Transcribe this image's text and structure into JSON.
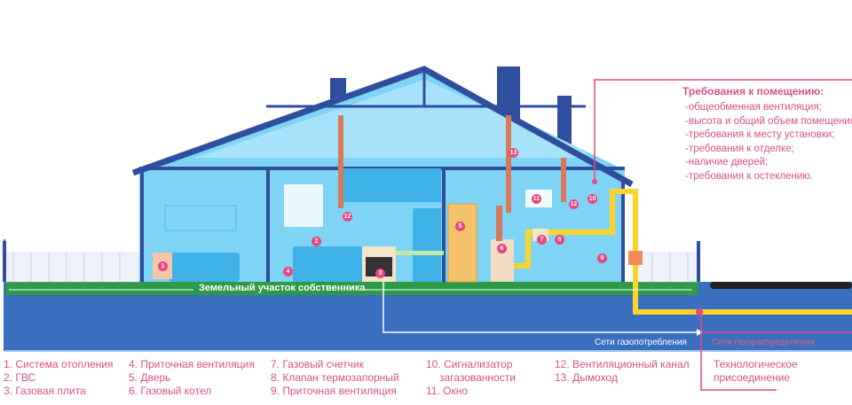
{
  "requirements": {
    "title": "Требования к помещению:",
    "items": [
      "-общеобменная вентиляция;",
      "-высота и общий объем помещения;",
      "-требования к месту установки;",
      "-требования к отделке;",
      "-наличие дверей;",
      "-требования к остеклению."
    ]
  },
  "ground_label": "Земельный участок собственника",
  "network_consumption": "Сети газопотребления",
  "network_distribution": "Сети газораспределения",
  "connection": "Технологическое присоединение",
  "legend": [
    [
      "1. Система отопления",
      "2. ГВС",
      "3. Газовая плита"
    ],
    [
      "4. Приточная вентиляция",
      "5. Дверь",
      "6. Газовый котел"
    ],
    [
      "7. Газовый счетчик",
      "8. Клапан термозапорный",
      "9. Приточная вентиляция"
    ],
    [
      "10. Сигнализатор",
      "загазованности",
      "11. Окно"
    ],
    [
      "12. Вентиляционный канал",
      "13. Дымоход"
    ]
  ],
  "markers": [
    "1",
    "2",
    "3",
    "4",
    "5",
    "6",
    "7",
    "8",
    "9",
    "10",
    "11",
    "12",
    "12",
    "13"
  ],
  "colors": {
    "house": "#7fd3f5",
    "roof": "#2f4f9e",
    "ground": "#3a6fc0",
    "grass": "#2e9a48",
    "gas": "#ffd42a",
    "accent": "#e8467f"
  }
}
